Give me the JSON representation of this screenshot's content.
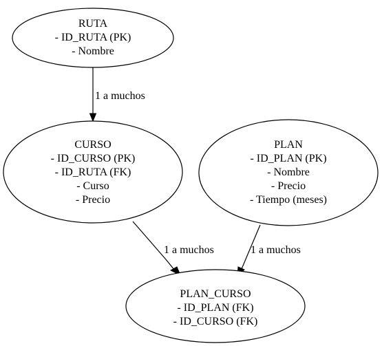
{
  "nodes": {
    "ruta": {
      "title": "RUTA",
      "fields": [
        "- ID_RUTA (PK)",
        "- Nombre"
      ]
    },
    "curso": {
      "title": "CURSO",
      "fields": [
        "- ID_CURSO (PK)",
        "- ID_RUTA (FK)",
        "- Curso",
        "- Precio"
      ]
    },
    "plan": {
      "title": "PLAN",
      "fields": [
        "- ID_PLAN (PK)",
        "- Nombre",
        "- Precio",
        "- Tiempo (meses)"
      ]
    },
    "plan_curso": {
      "title": "PLAN_CURSO",
      "fields": [
        "- ID_PLAN (FK)",
        "- ID_CURSO (FK)"
      ]
    }
  },
  "edges": {
    "ruta_curso": {
      "label": "1 a muchos"
    },
    "curso_plan_curso": {
      "label": "1 a muchos"
    },
    "plan_plan_curso": {
      "label": "1 a muchos"
    }
  },
  "colors": {
    "stroke": "#000000",
    "background": "#ffffff",
    "text": "#000000"
  }
}
